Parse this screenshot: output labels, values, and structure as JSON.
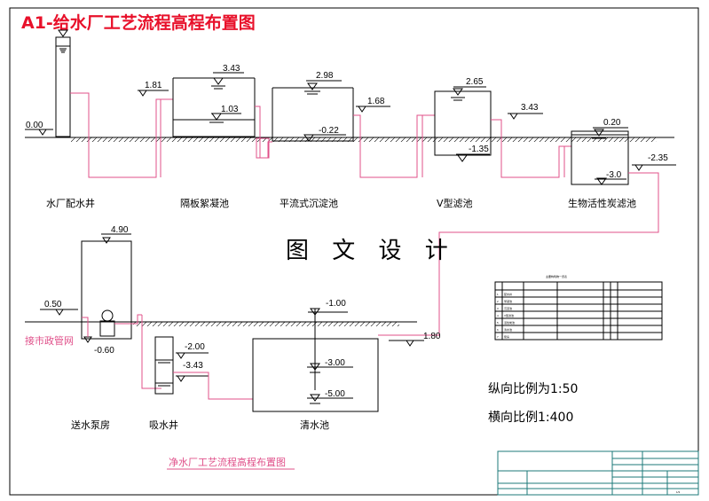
{
  "title": "A1-给水厂工艺流程高程布置图",
  "center_text": "图 文 设 计",
  "levels": {
    "well_top": "0.00",
    "l_181": "1.81",
    "floc_top": "3.43",
    "floc_mid": "1.03",
    "sed_top": "2.98",
    "sed_bot": "-0.22",
    "l_168": "1.68",
    "v_top": "2.65",
    "v_bot": "-1.35",
    "l_343b": "3.43",
    "bio_top": "0.20",
    "bio_bot": "-3.0",
    "bio_out": "-2.35",
    "pump_top": "4.90",
    "pump_in": "0.50",
    "pump_bot": "-0.60",
    "suction_top": "-2.00",
    "suction_bot": "-3.43",
    "clear_top": "-1.00",
    "clear_mid": "-3.00",
    "clear_bot": "-5.00",
    "clear_in": "1.80"
  },
  "labels": {
    "well": "水厂配水井",
    "floc": "隔板絮凝池",
    "sed": "平流式沉淀池",
    "vfilter": "V型滤池",
    "bio": "生物活性炭滤池",
    "pump": "送水泵房",
    "suction": "吸水井",
    "clear": "清水池",
    "network": "接市政管网"
  },
  "scales": {
    "vertical": "纵向比例为1:50",
    "horizontal": "横向比例1:400"
  },
  "bottom_title": "净水厂工艺流程高程布置图",
  "table": {
    "title": "主要构筑物一览表",
    "rows": [
      [
        "1",
        "配水井",
        "",
        "",
        "",
        "",
        ""
      ],
      [
        "2",
        "絮凝池",
        "",
        "",
        "",
        "",
        ""
      ],
      [
        "3",
        "沉淀池",
        "",
        "",
        "",
        "",
        ""
      ],
      [
        "4",
        "V型滤池",
        "",
        "",
        "",
        "",
        ""
      ],
      [
        "5",
        "活性炭池",
        "",
        "",
        "",
        "",
        ""
      ],
      [
        "6",
        "清水池",
        "",
        "",
        "",
        "",
        ""
      ],
      [
        "7",
        "泵房",
        "",
        "",
        "",
        "",
        ""
      ]
    ]
  },
  "titleblock": {
    "page": "1/3"
  }
}
